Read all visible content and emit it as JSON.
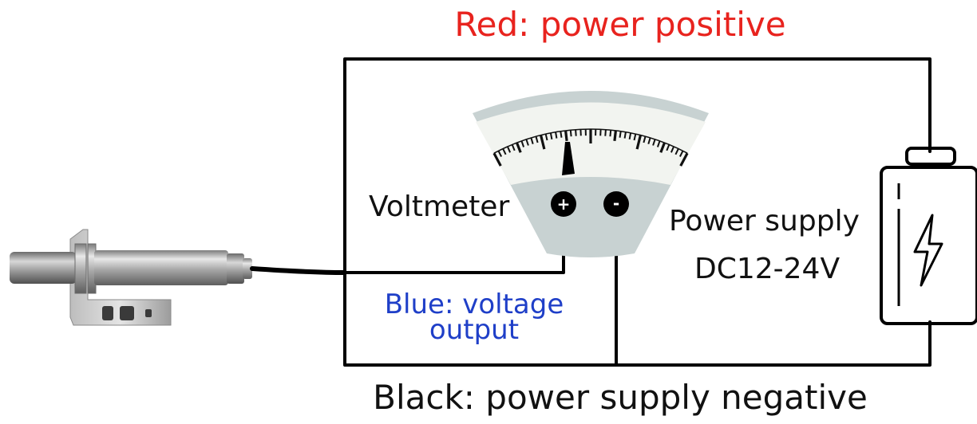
{
  "labels": {
    "red_wire": "Red: power positive",
    "black_wire": "Black: power supply negative",
    "blue_wire": "Blue: voltage output",
    "voltmeter": "Voltmeter",
    "power_supply_line1": "Power supply",
    "power_supply_line2": "DC12-24V",
    "terminal_plus": "+",
    "terminal_minus": "-"
  },
  "colors": {
    "red_label": "#e8231e",
    "blue_label": "#1f3fc8",
    "black_label": "#111111",
    "wire": "#000000",
    "meter_body": "#c8d2d2",
    "meter_face": "#f2f4f0",
    "sensor_metal": "#b4b4b4"
  },
  "icons": {
    "battery": "lightning-icon"
  }
}
